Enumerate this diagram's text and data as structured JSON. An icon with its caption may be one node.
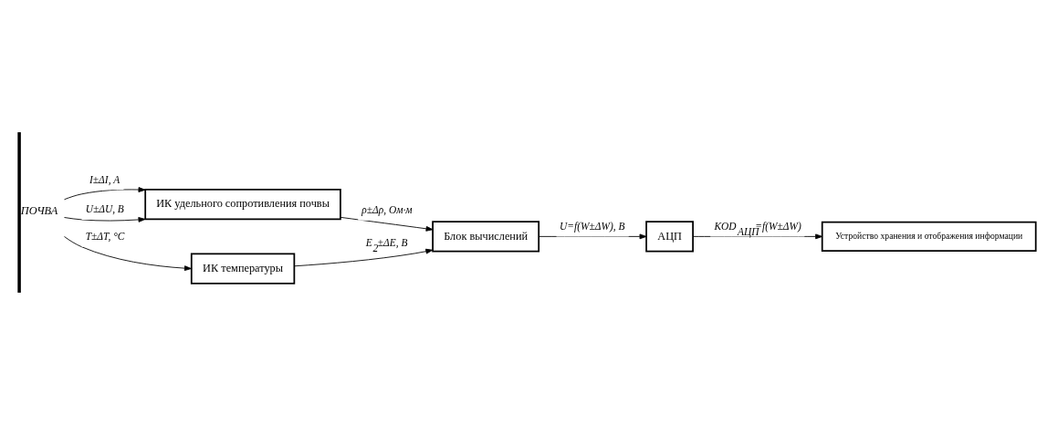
{
  "diagram": {
    "nodes": [
      {
        "text": [
          "ИК удельного сопротивления почвы"
        ]
      },
      {
        "text": [
          "ИК температуры"
        ]
      },
      {
        "text": [
          "Блок вычислений"
        ]
      },
      {
        "text": [
          "АЦП"
        ]
      },
      {
        "text": [
          "Устройство хранения и отображения информации"
        ]
      },
      {
        "text": [],
        "shape": "bar",
        "beside": [
          "ПОЧВА"
        ]
      }
    ],
    "edges": [
      {
        "from": 5,
        "to": 0,
        "arrow": "to",
        "label": "I±ΔI, A"
      },
      {
        "from": 5,
        "to": 0,
        "arrow": "to",
        "label": "U±ΔU, В"
      },
      {
        "from": 5,
        "to": 1,
        "arrow": "to",
        "label": "T±ΔT, °C"
      },
      {
        "from": 0,
        "to": 2,
        "arrow": "to",
        "label": "ρ±Δρ, Ом·м"
      },
      {
        "from": 1,
        "to": 2,
        "arrow": "to",
        "label": "E$_{2}$±ΔE, В"
      },
      {
        "from": 2,
        "to": 3,
        "arrow": "to",
        "label": "U=f(W±ΔW), В"
      },
      {
        "from": 3,
        "to": 4,
        "arrow": "to",
        "label": "KOD$_{АЦП}$=f(W±ΔW)"
      }
    ]
  }
}
